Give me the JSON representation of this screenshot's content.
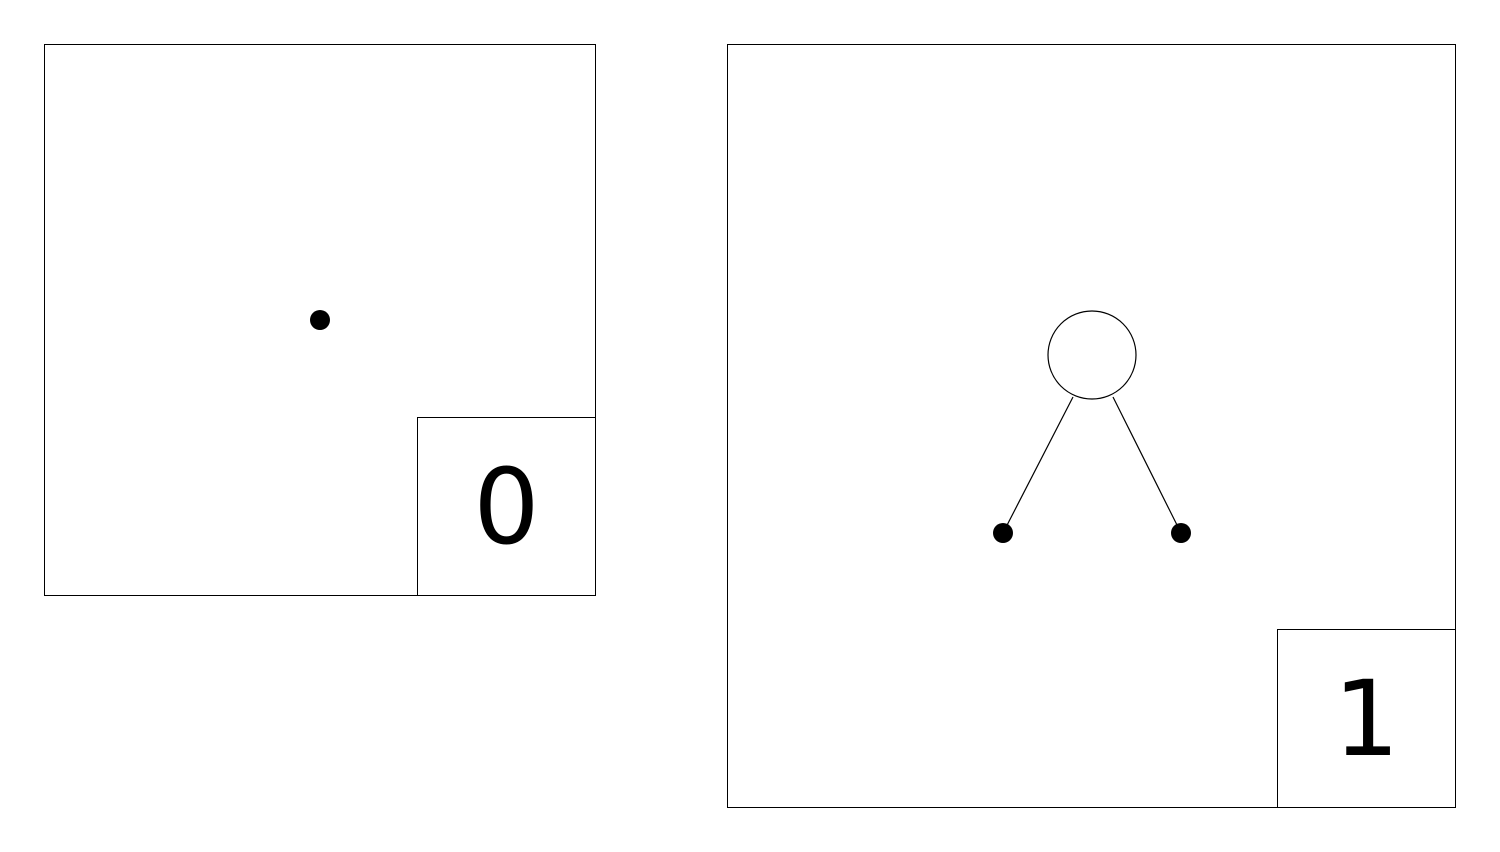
{
  "panels": [
    {
      "id": "panel-0",
      "label": "0",
      "tree": {
        "root": {
          "type": "leaf",
          "children": []
        }
      }
    },
    {
      "id": "panel-1",
      "label": "1",
      "tree": {
        "root": {
          "type": "internal",
          "children": [
            {
              "type": "leaf"
            },
            {
              "type": "leaf"
            }
          ]
        }
      }
    }
  ],
  "colors": {
    "stroke": "#000000",
    "fill": "#ffffff",
    "leaf": "#000000"
  }
}
